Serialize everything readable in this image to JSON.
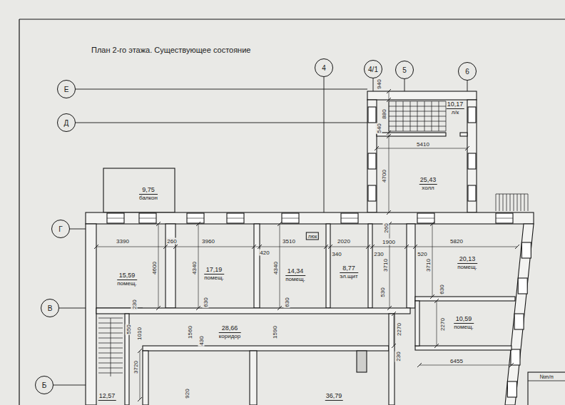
{
  "diagram": {
    "title": "План 2-го этажа. Существующее состояние",
    "nodes": [
      {
        "text": [
          "4"
        ]
      },
      {
        "text": [
          "4/1"
        ]
      },
      {
        "text": [
          "5"
        ]
      },
      {
        "text": [
          "6"
        ]
      },
      {
        "text": [
          "Е"
        ]
      },
      {
        "text": [
          "10,17",
          "л/к"
        ]
      },
      {
        "text": [
          "Д"
        ]
      },
      {
        "text": [
          "25,43",
          "холл"
        ]
      },
      {
        "text": [
          "9,75",
          "балкон"
        ]
      },
      {
        "text": [
          "Г"
        ]
      },
      {
        "text": [
          "люк"
        ]
      },
      {
        "text": [
          "15,59",
          "помещ."
        ]
      },
      {
        "text": [
          "17,19",
          "помещ."
        ]
      },
      {
        "text": [
          "14,34",
          "помещ."
        ]
      },
      {
        "text": [
          "8,77",
          "эл.щит"
        ]
      },
      {
        "text": [
          "20,13",
          "помещ."
        ]
      },
      {
        "text": [
          "В"
        ]
      },
      {
        "text": [
          "28,66",
          "коридор"
        ]
      },
      {
        "text": [
          "10,59",
          "помещ."
        ]
      },
      {
        "text": [
          "Б"
        ]
      },
      {
        "text": [
          "12,57"
        ]
      },
      {
        "text": [
          "36,79"
        ]
      }
    ],
    "labels": [
      "940",
      "880",
      "540",
      "5410",
      "4700",
      "260",
      "3390",
      "260",
      "3960",
      "3510",
      "2020",
      "1900",
      "5820",
      "420",
      "340",
      "230",
      "520",
      "4600",
      "4340",
      "4340",
      "3710",
      "3710",
      "630",
      "630",
      "530",
      "630",
      "230",
      "550",
      "1010",
      "1560",
      "1590",
      "430",
      "2270",
      "2270",
      "230",
      "6455",
      "3720",
      "920",
      "№п/п"
    ]
  }
}
